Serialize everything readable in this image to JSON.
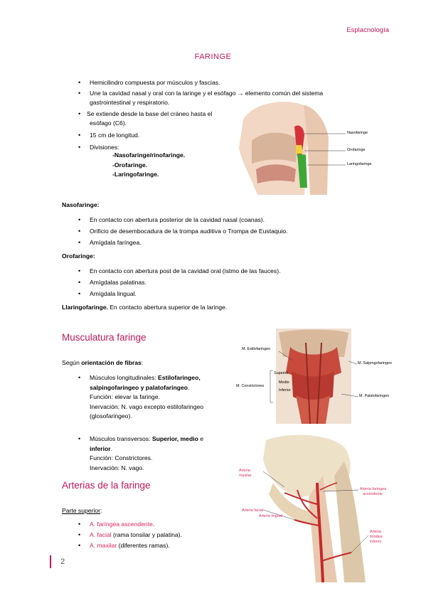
{
  "header": {
    "text": "Esplacnología"
  },
  "title": "FARINGE",
  "intro": [
    "Hemicilindro compuesta por músculos y fascias.",
    "Une la cavidad nasal y oral con la laringe y el esófago → elemento común del sistema",
    "gastrointestinal y respiratorio.",
    "Se extiende desde la base del cráneo hasta el",
    "esófago (C6).",
    "15 cm de longitud.",
    "Divisiones:"
  ],
  "divisions": [
    "-Nasofaringe/rinofaringe.",
    "-Orofaringe.",
    "-Laringofaringe."
  ],
  "fig1_labels": [
    "Nasofaringe",
    "Orofaringe",
    "Laringofaringe"
  ],
  "nasofaringe": {
    "label": "Nasofaringe:",
    "items": [
      "En contacto con abertura posterior de la cavidad nasal (coanas).",
      "Orificio de desembocadura de la trompa auditiva o Trompa de Eustaquio.",
      "Amígdala faríngea."
    ]
  },
  "orofaringe": {
    "label": "Orofaringe:",
    "items": [
      "En contacto con abertura post de la cavidad oral (istmo de las fauces).",
      "Amígdalas palatinas.",
      "Amígdala lingual."
    ]
  },
  "laringofaringe": {
    "label": "Llaringofaringe.",
    "text": " En contacto abertura superior de la laringe."
  },
  "musculatura": {
    "heading": "Musculatura faringe",
    "orient_pre": "Según ",
    "orient_bold": "orientación de fibras",
    "orient_post": ":",
    "long_pre": "Músculos longitudinales: ",
    "long_bold1": "Estilofaringeo,",
    "long_bold2": "salpingofaringeo y palatofaringeo",
    "long_dot": ".",
    "long_func": "Función: elevar la faringe.",
    "long_inerv1": "Inervación: N. vago excepto estilofaringeo",
    "long_inerv2": "(glosofaringeo).",
    "trans_pre": "Músculos transversos: ",
    "trans_bold1": "Superior, medio",
    "trans_mid": " e",
    "trans_bold2": "inferior",
    "trans_dot": ".",
    "trans_func": "Función: Constrictores.",
    "trans_inerv": "Inervación: N. vago."
  },
  "fig2_labels": {
    "estilo": "M. Estilofaringeo",
    "salpingo": "M. Salpingofaringeo",
    "constrictores": "M. Constrictores",
    "superior": "Superior",
    "medio": "Medio",
    "inferior": "Inferior",
    "palato": "M. Palatofaringeo"
  },
  "arterias": {
    "heading": "Arterias de la faringe",
    "part": "Parte superior",
    "part_colon": ":",
    "items": [
      {
        "name": "A. faríngea ascendente",
        "rest": "."
      },
      {
        "name": "A. facial",
        "rest": " (rama tonsilar y palatina)."
      },
      {
        "name": "A. maxilar",
        "rest": " (diferentes ramas)."
      }
    ]
  },
  "fig3_labels": {
    "maxilar1": "Arteria",
    "maxilar2": "maxilar",
    "faringea1": "Arteria faríngea",
    "faringea2": "ascendente",
    "facial": "Arteria facial",
    "lingual": "Arteria lingual",
    "tiroidea1": "Arteria",
    "tiroidea2": "tiroidea",
    "tiroidea3": "inferior"
  },
  "page_number": "2",
  "colors": {
    "accent": "#c2185b",
    "artery_text": "#e0245e"
  }
}
